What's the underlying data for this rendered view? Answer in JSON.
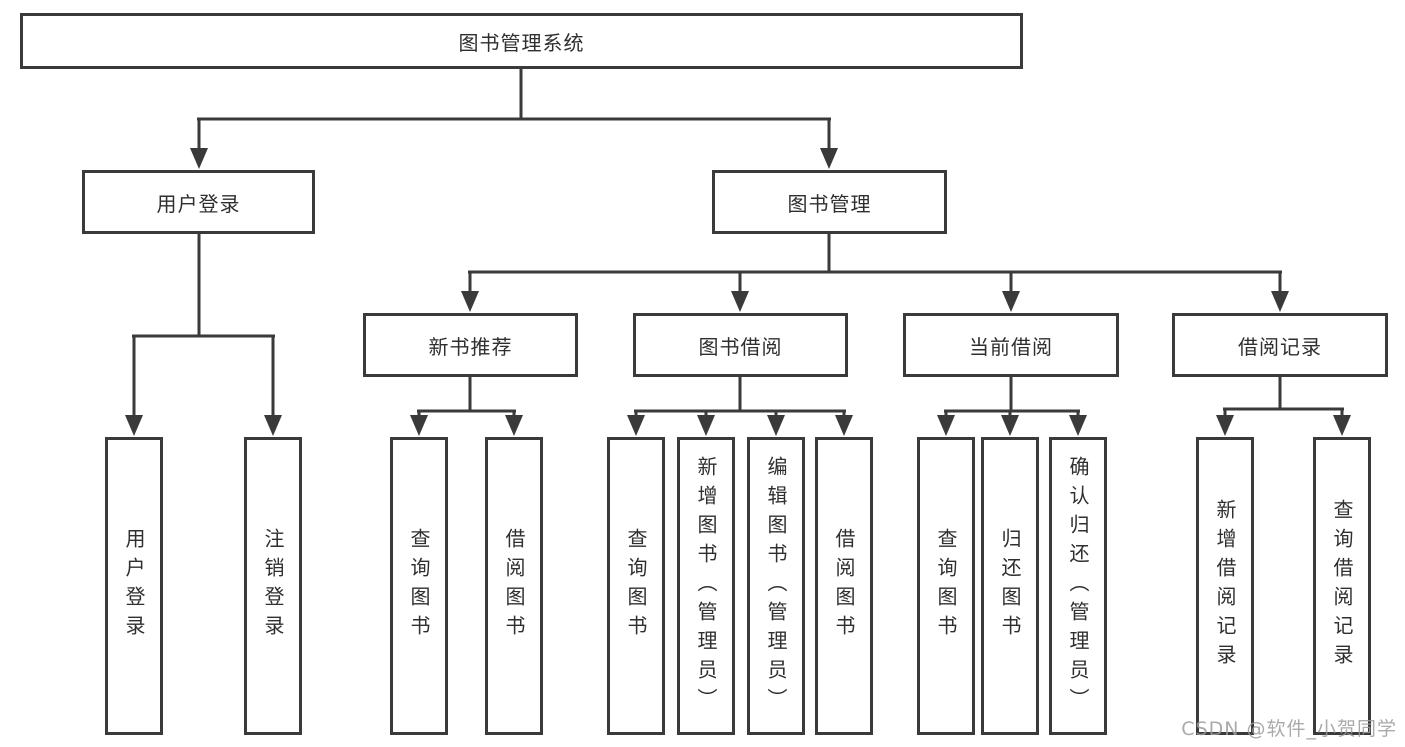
{
  "colors": {
    "accent": "#3a3a3a",
    "text": "#2f2f2f",
    "watermark": "#9c9c9c"
  },
  "diagram": {
    "root": {
      "label": "图书管理系统"
    },
    "user_branch": {
      "label": "用户登录",
      "children": [
        {
          "label": "用户登录"
        },
        {
          "label": "注销登录"
        }
      ]
    },
    "book_branch": {
      "label": "图书管理",
      "groups": [
        {
          "label": "新书推荐",
          "children": [
            {
              "label": "查询图书"
            },
            {
              "label": "借阅图书"
            }
          ]
        },
        {
          "label": "图书借阅",
          "children": [
            {
              "label": "查询图书"
            },
            {
              "label": "新增图书（管理员）"
            },
            {
              "label": "编辑图书（管理员）"
            },
            {
              "label": "借阅图书"
            }
          ]
        },
        {
          "label": "当前借阅",
          "children": [
            {
              "label": "查询图书"
            },
            {
              "label": "归还图书"
            },
            {
              "label": "确认归还（管理员）"
            }
          ]
        },
        {
          "label": "借阅记录",
          "children": [
            {
              "label": "新增借阅记录"
            },
            {
              "label": "查询借阅记录"
            }
          ]
        }
      ]
    }
  },
  "watermark": {
    "text": "CSDN @软件_小贺同学"
  }
}
